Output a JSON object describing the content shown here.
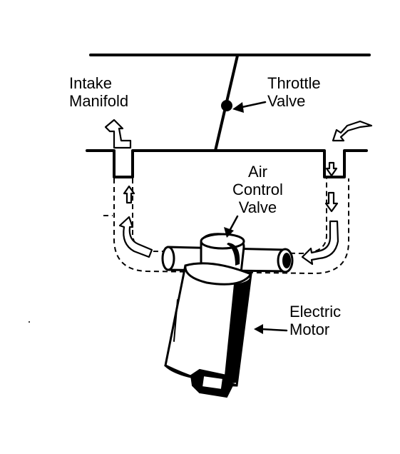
{
  "labels": {
    "intake_manifold": [
      "Intake",
      "Manifold"
    ],
    "throttle_valve": [
      "Throttle",
      "Valve"
    ],
    "air_control_valve": [
      "Air",
      "Control",
      "Valve"
    ],
    "electric_motor": [
      "Electric",
      "Motor"
    ]
  },
  "colors": {
    "ink": "#000000",
    "paper": "#ffffff"
  }
}
